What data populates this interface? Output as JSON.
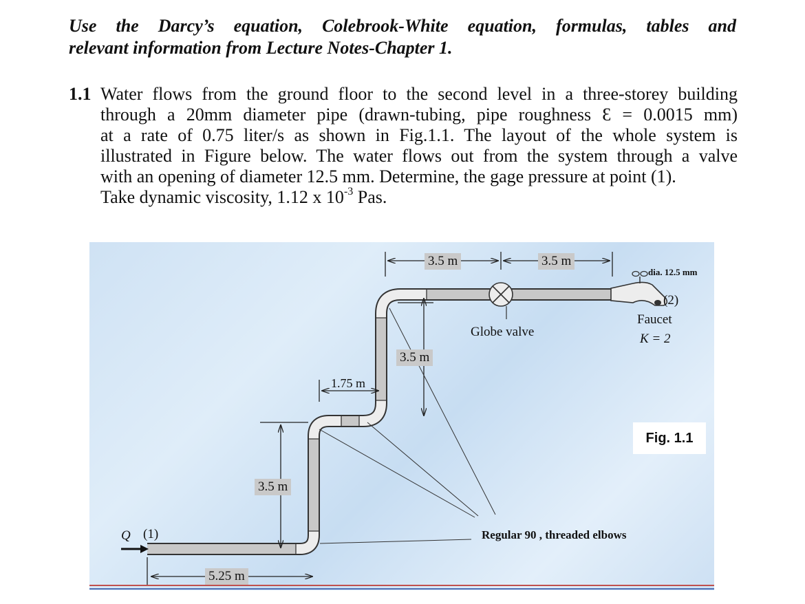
{
  "heading": {
    "line1": "Use the Darcy’s equation, Colebrook-White equation, formulas, tables and",
    "line2": "relevant information from Lecture Notes-Chapter 1."
  },
  "problem": {
    "number": "1.1",
    "line1": "Water flows from the ground floor to the second level in a three-storey building",
    "line2": "through a 20mm diameter pipe (drawn-tubing, pipe roughness Ɛ = 0.0015 mm)",
    "line3": "at a rate of 0.75 liter/s as shown in Fig.1.1. The layout of the whole system is",
    "line4": "illustrated in Figure below. The water flows out from the system through a valve",
    "line5": "with an opening of diameter 12.5 mm. Determine, the gage pressure at point (1).",
    "line6_pre": "Take dynamic viscosity, 1.12 x 10",
    "line6_exp": "-3",
    "line6_post": " Pas."
  },
  "figure": {
    "dim_top_left": "3.5 m",
    "dim_top_right": "3.5 m",
    "dim_vertical_upper": "3.5 m",
    "dim_horizontal_mid": "1.75 m",
    "dim_vertical_lower": "3.5 m",
    "dim_horizontal_bottom": "5.25 m",
    "flow_symbol": "Q",
    "point1": "(1)",
    "point2": "(2)",
    "outlet_dia": "dia. 12.5 mm",
    "valve_label": "Globe valve",
    "faucet_label": "Faucet",
    "faucet_k": "K = 2",
    "elbows_label": "Regular 90 , threaded elbows",
    "fig_label": "Fig. 1.1"
  },
  "colors": {
    "pipe_fill": "#c8c8c8",
    "pipe_stroke": "#333333",
    "figure_bg": "#d6e7f7"
  }
}
